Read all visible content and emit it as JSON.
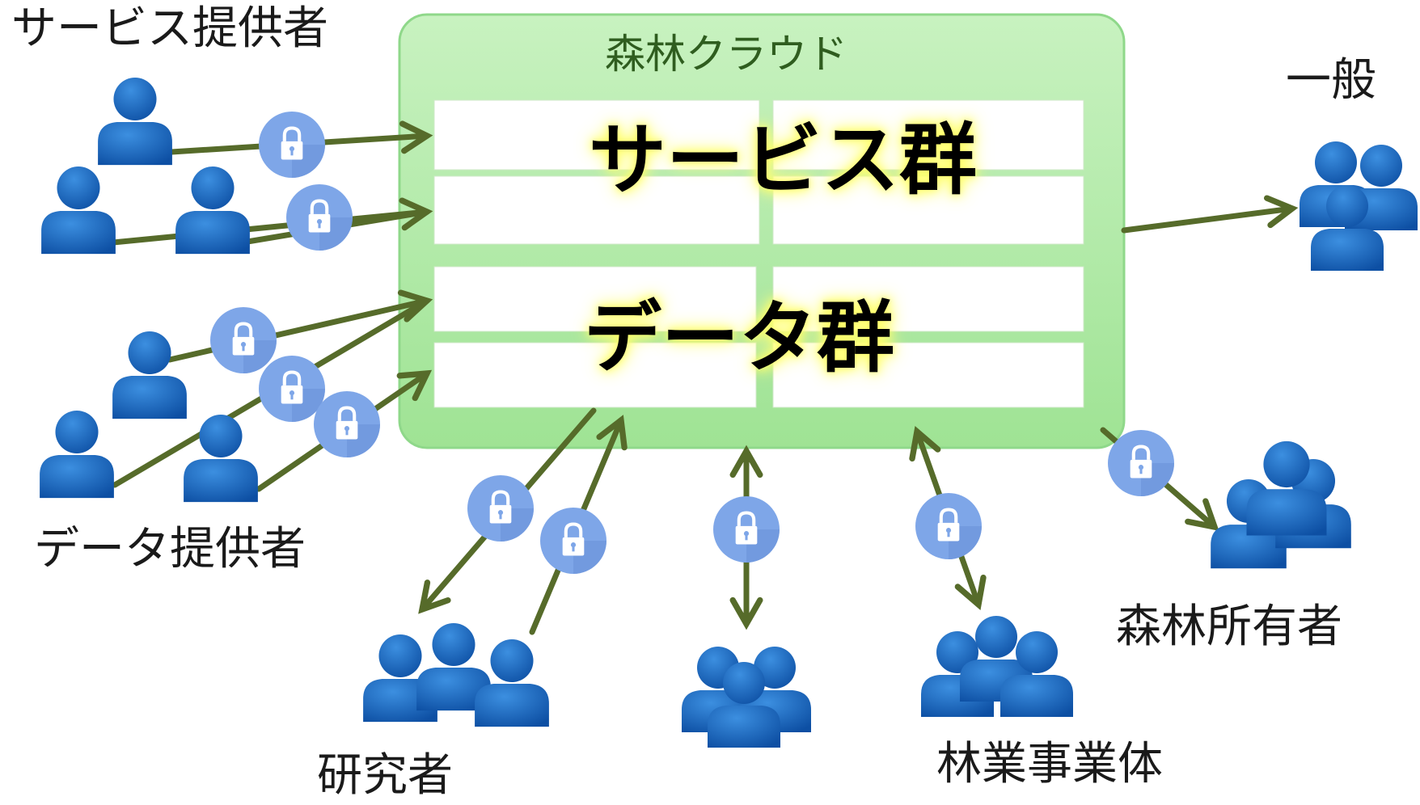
{
  "cloud": {
    "title": "森林クラウド"
  },
  "groups": {
    "services": "サービス群",
    "data": "データ群"
  },
  "labels": {
    "service_providers": "サービス提供者",
    "data_providers": "データ提供者",
    "researchers": "研究者",
    "forestry_businesses": "林業事業体",
    "forest_owners": "森林所有者",
    "general_public": "一般"
  },
  "icons": {
    "person": "person-icon",
    "lock": "lock-icon"
  },
  "colors": {
    "cloud_fill": "#aee9a6",
    "cloud_border": "#8fd88a",
    "arrow": "#566b2a",
    "person": "#1565c0",
    "lock_badge": "#7ea6e8"
  }
}
